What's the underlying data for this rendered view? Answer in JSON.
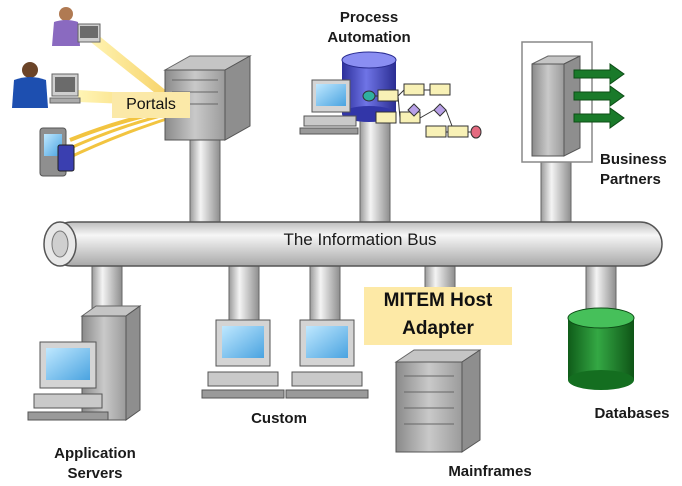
{
  "diagram": {
    "bus_label": "The Information Bus",
    "highlight": {
      "line1": "MITEM Host",
      "line2": "Adapter"
    },
    "labels": {
      "portals": "Portals",
      "process_automation_1": "Process",
      "process_automation_2": "Automation",
      "business_partners_1": "Business",
      "business_partners_2": "Partners",
      "application_servers_1": "Application",
      "application_servers_2": "Servers",
      "custom": "Custom",
      "mainframes": "Mainframes",
      "databases": "Databases"
    },
    "colors": {
      "bus": "#d9d9d9",
      "highlight_bg": "#fde9a6",
      "database": "#1f8a2e",
      "process_cylinder": "#4a4ec8",
      "arrows": "#1a7a2a"
    }
  }
}
